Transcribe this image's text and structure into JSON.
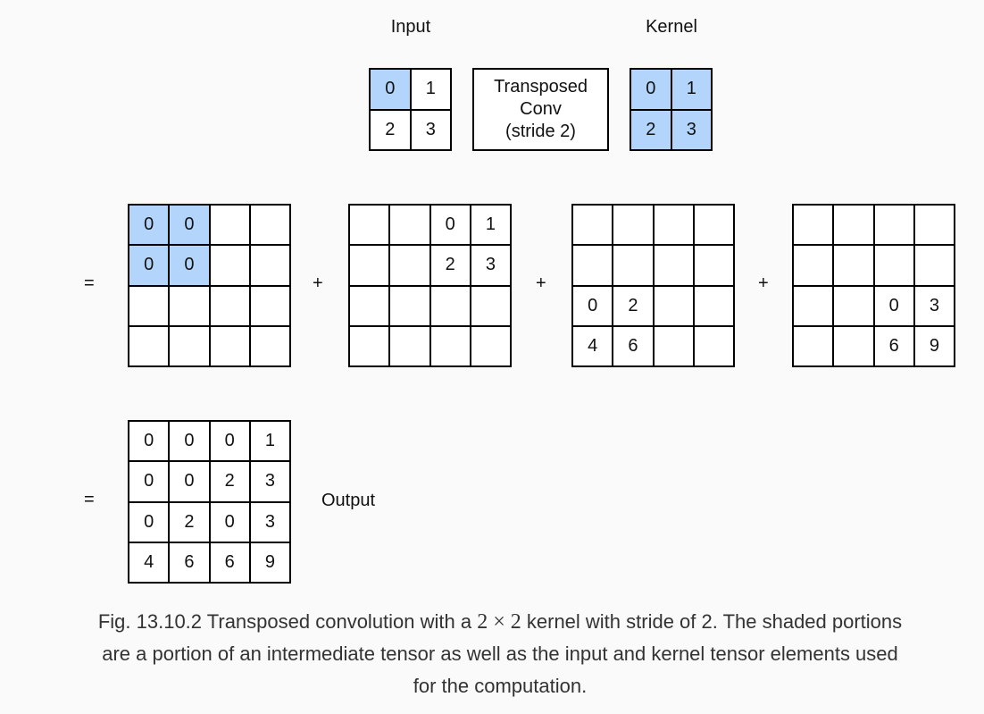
{
  "labels": {
    "input": "Input",
    "kernel": "Kernel",
    "output": "Output",
    "transposed_line1": "Transposed",
    "transposed_line2": "Conv",
    "transposed_line3": "(stride 2)"
  },
  "operators": {
    "equals": "=",
    "plus": "+"
  },
  "colors": {
    "shaded": "#b3d5fb",
    "cell_border": "#000000"
  },
  "input_grid": [
    [
      "0",
      "1"
    ],
    [
      "2",
      "3"
    ]
  ],
  "input_shaded": [
    [
      true,
      false
    ],
    [
      false,
      false
    ]
  ],
  "kernel_grid": [
    [
      "0",
      "1"
    ],
    [
      "2",
      "3"
    ]
  ],
  "kernel_shaded": [
    [
      true,
      true
    ],
    [
      true,
      true
    ]
  ],
  "intermediates": [
    {
      "cells": [
        [
          "0",
          "0",
          "",
          ""
        ],
        [
          "0",
          "0",
          "",
          ""
        ],
        [
          "",
          "",
          "",
          ""
        ],
        [
          "",
          "",
          "",
          ""
        ]
      ],
      "shaded": [
        [
          true,
          true,
          false,
          false
        ],
        [
          true,
          true,
          false,
          false
        ],
        [
          false,
          false,
          false,
          false
        ],
        [
          false,
          false,
          false,
          false
        ]
      ]
    },
    {
      "cells": [
        [
          "",
          "",
          "0",
          "1"
        ],
        [
          "",
          "",
          "2",
          "3"
        ],
        [
          "",
          "",
          "",
          ""
        ],
        [
          "",
          "",
          "",
          ""
        ]
      ],
      "shaded": [
        [
          false,
          false,
          false,
          false
        ],
        [
          false,
          false,
          false,
          false
        ],
        [
          false,
          false,
          false,
          false
        ],
        [
          false,
          false,
          false,
          false
        ]
      ]
    },
    {
      "cells": [
        [
          "",
          "",
          "",
          ""
        ],
        [
          "",
          "",
          "",
          ""
        ],
        [
          "0",
          "2",
          "",
          ""
        ],
        [
          "4",
          "6",
          "",
          ""
        ]
      ],
      "shaded": [
        [
          false,
          false,
          false,
          false
        ],
        [
          false,
          false,
          false,
          false
        ],
        [
          false,
          false,
          false,
          false
        ],
        [
          false,
          false,
          false,
          false
        ]
      ]
    },
    {
      "cells": [
        [
          "",
          "",
          "",
          ""
        ],
        [
          "",
          "",
          "",
          ""
        ],
        [
          "",
          "",
          "0",
          "3"
        ],
        [
          "",
          "",
          "6",
          "9"
        ]
      ],
      "shaded": [
        [
          false,
          false,
          false,
          false
        ],
        [
          false,
          false,
          false,
          false
        ],
        [
          false,
          false,
          false,
          false
        ],
        [
          false,
          false,
          false,
          false
        ]
      ]
    }
  ],
  "output_grid": [
    [
      "0",
      "0",
      "0",
      "1"
    ],
    [
      "0",
      "0",
      "2",
      "3"
    ],
    [
      "0",
      "2",
      "0",
      "3"
    ],
    [
      "4",
      "6",
      "6",
      "9"
    ]
  ],
  "caption": {
    "prefix": "Fig. 13.10.2  Transposed convolution with a ",
    "math": "2 × 2",
    "suffix": " kernel with stride of 2. The shaded portions are a portion of an intermediate tensor as well as the input and kernel tensor elements used for the computation."
  }
}
